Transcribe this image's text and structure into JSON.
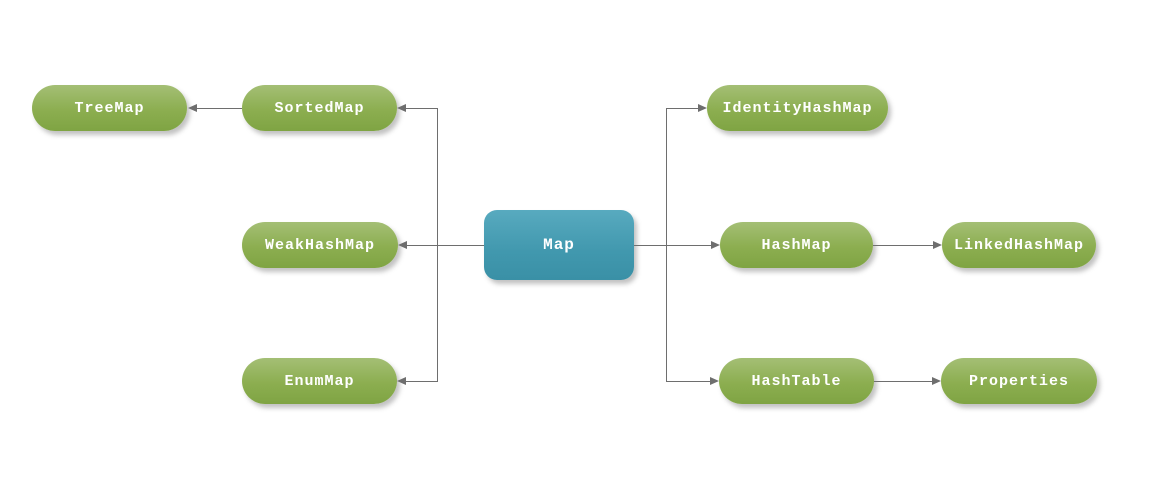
{
  "diagram": {
    "type": "hierarchy",
    "root": "Map",
    "nodes": {
      "map": {
        "label": "Map",
        "shape": "rounded-rect",
        "fill": "#4198ae"
      },
      "treemap": {
        "label": "TreeMap",
        "shape": "pill",
        "fill": "#8cae50"
      },
      "sortedmap": {
        "label": "SortedMap",
        "shape": "pill",
        "fill": "#8cae50"
      },
      "identityhashmap": {
        "label": "IdentityHashMap",
        "shape": "pill",
        "fill": "#8cae50"
      },
      "weakhashmap": {
        "label": "WeakHashMap",
        "shape": "pill",
        "fill": "#8cae50"
      },
      "hashmap": {
        "label": "HashMap",
        "shape": "pill",
        "fill": "#8cae50"
      },
      "linkedhashmap": {
        "label": "LinkedHashMap",
        "shape": "pill",
        "fill": "#8cae50"
      },
      "enummap": {
        "label": "EnumMap",
        "shape": "pill",
        "fill": "#8cae50"
      },
      "hashtable": {
        "label": "HashTable",
        "shape": "pill",
        "fill": "#8cae50"
      },
      "properties": {
        "label": "Properties",
        "shape": "pill",
        "fill": "#8cae50"
      }
    },
    "edges": [
      {
        "from": "Map",
        "to": "SortedMap"
      },
      {
        "from": "Map",
        "to": "WeakHashMap"
      },
      {
        "from": "Map",
        "to": "EnumMap"
      },
      {
        "from": "Map",
        "to": "IdentityHashMap"
      },
      {
        "from": "Map",
        "to": "HashMap"
      },
      {
        "from": "Map",
        "to": "HashTable"
      },
      {
        "from": "SortedMap",
        "to": "TreeMap"
      },
      {
        "from": "HashMap",
        "to": "LinkedHashMap"
      },
      {
        "from": "HashTable",
        "to": "Properties"
      }
    ],
    "colors": {
      "node_green": "#8cae50",
      "node_blue": "#4198ae",
      "edge": "#6e6e6e",
      "text": "#ffffff",
      "background": "#ffffff"
    }
  }
}
